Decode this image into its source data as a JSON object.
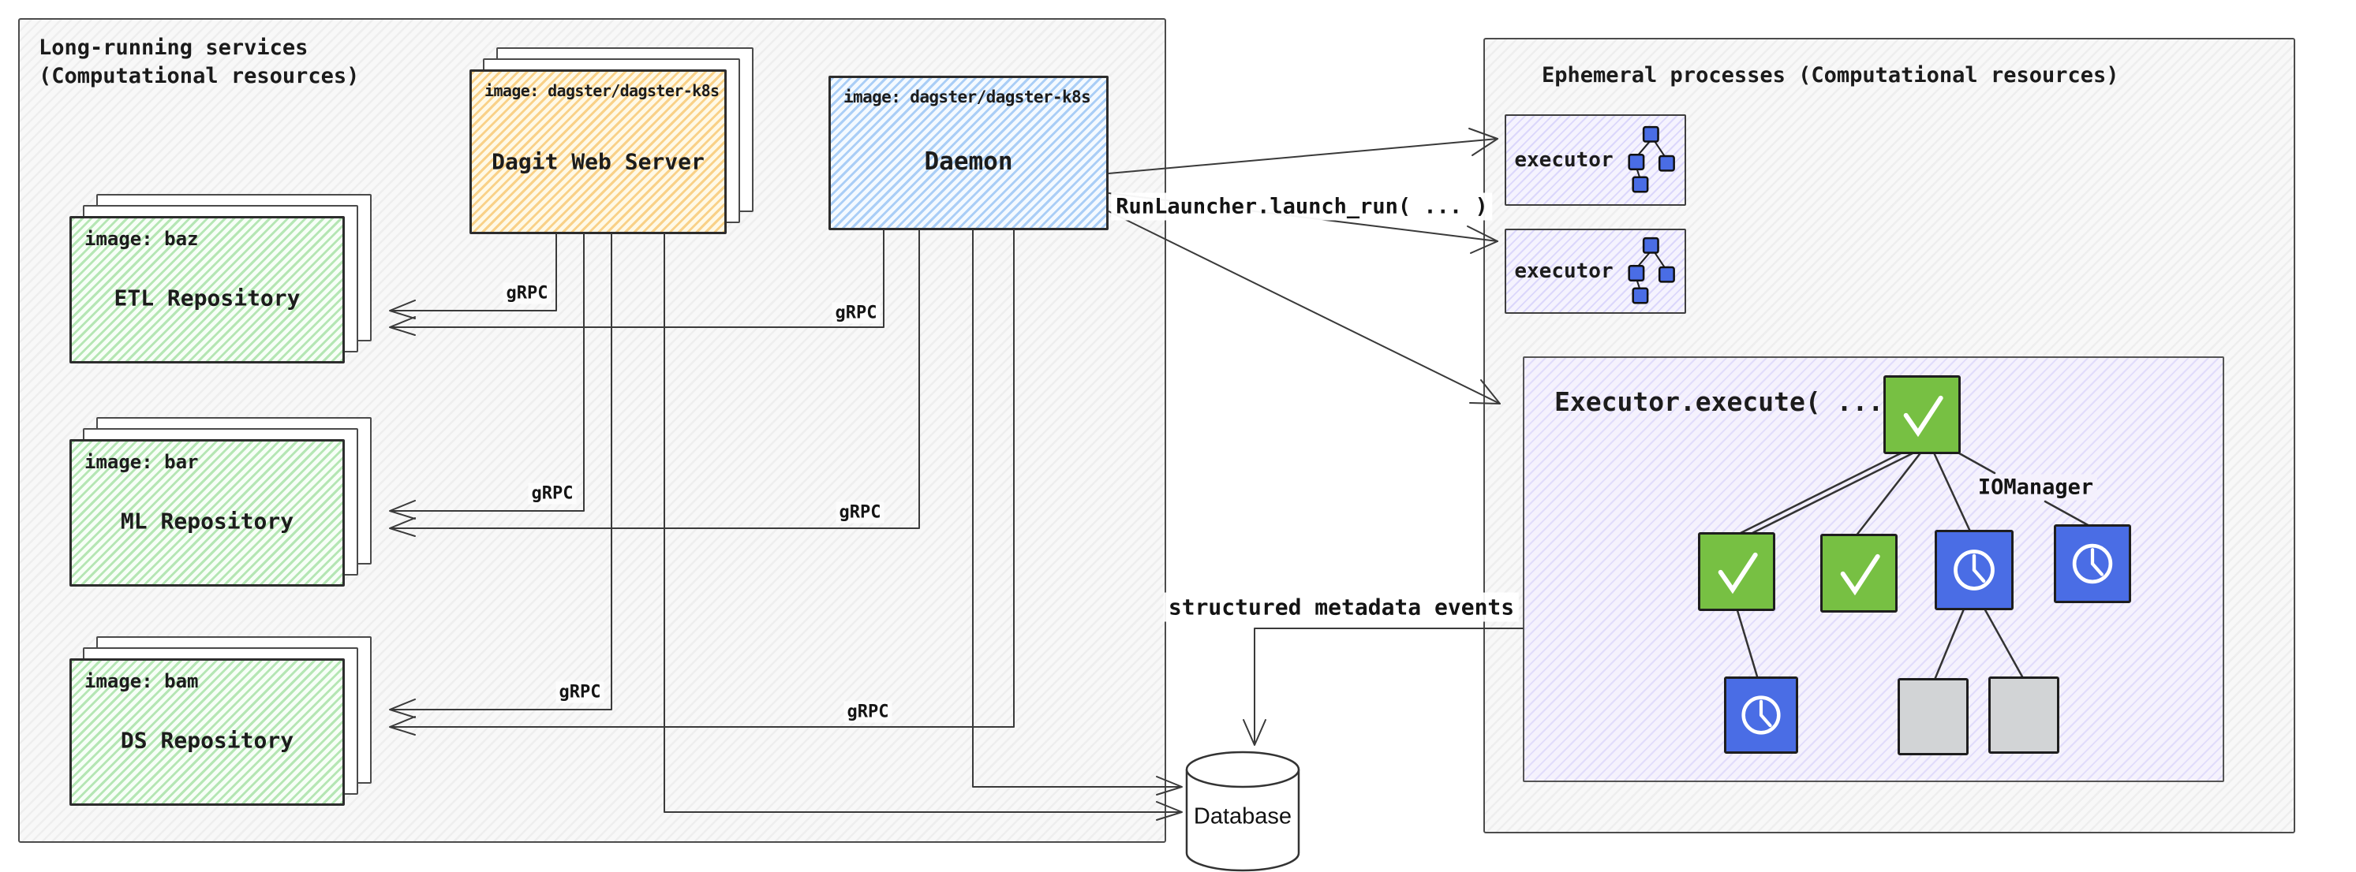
{
  "left_panel": {
    "title": "Long-running services\n(Computational resources)"
  },
  "right_panel": {
    "title": "Ephemeral processes (Computational resources)"
  },
  "dagit": {
    "image_label": "image: dagster/dagster-k8s",
    "name": "Dagit Web Server"
  },
  "daemon": {
    "image_label": "image: dagster/dagster-k8s",
    "name": "Daemon"
  },
  "repositories": [
    {
      "image_label": "image: baz",
      "name": "ETL Repository"
    },
    {
      "image_label": "image: bar",
      "name": "ML Repository"
    },
    {
      "image_label": "image: bam",
      "name": "DS Repository"
    }
  ],
  "labels": {
    "grpc": "gRPC",
    "run_launcher": "RunLauncher.launch_run( ... )",
    "metadata_events": "structured metadata events",
    "iomanager": "IOManager"
  },
  "executors": {
    "label": "executor",
    "count": 2
  },
  "executor_execute": {
    "title": "Executor.execute( ... )",
    "tree": {
      "root": "success",
      "level2": [
        "success",
        "success",
        "running",
        "running"
      ],
      "level3_under_first_child": [
        "running"
      ],
      "level3_under_third_child": [
        "pending",
        "pending"
      ]
    }
  },
  "database": {
    "label": "Database"
  },
  "colors": {
    "success_green": "#77c043",
    "running_blue": "#4a6de5",
    "pending_gray": "#d2d4d6",
    "dagit_orange": "#f6ba52",
    "daemon_blue": "#7db4f0",
    "repo_green": "#82d482",
    "executor_lavender": "#a096f5"
  }
}
